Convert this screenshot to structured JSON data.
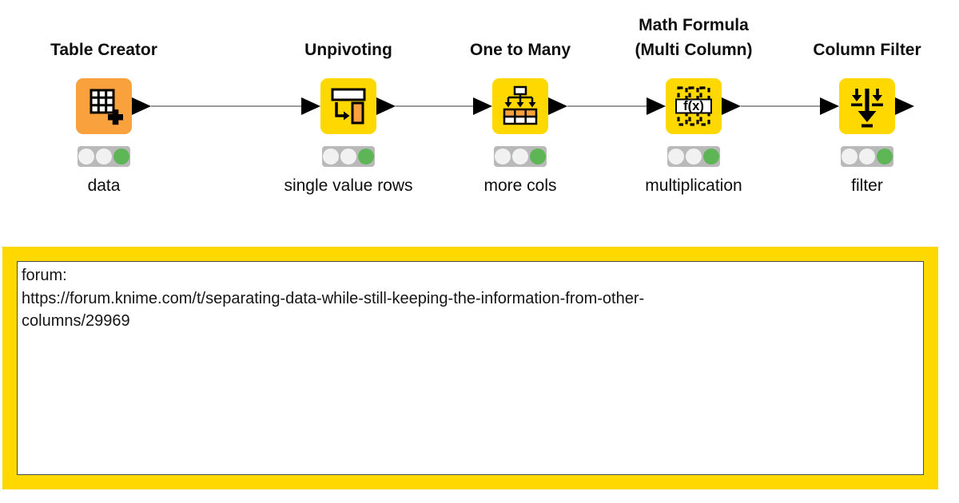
{
  "app": "KNIME workflow canvas",
  "workflow": {
    "nodes": [
      {
        "title": "Table Creator",
        "label": "data",
        "icon": "table-plus-icon",
        "color": "#f9a13d",
        "status": "executed",
        "has_input": false,
        "has_output": true
      },
      {
        "title": "Unpivoting",
        "label": "single value rows",
        "icon": "unpivot-icon",
        "color": "#ffd800",
        "status": "executed",
        "has_input": true,
        "has_output": true
      },
      {
        "title": "One to Many",
        "label": "more cols",
        "icon": "one-to-many-icon",
        "color": "#ffd800",
        "status": "executed",
        "has_input": true,
        "has_output": true
      },
      {
        "title": "Math Formula (Multi Column)",
        "label": "multiplication",
        "icon": "fx-columns-icon",
        "color": "#ffd800",
        "status": "executed",
        "has_input": true,
        "has_output": true
      },
      {
        "title": "Column Filter",
        "label": "filter",
        "icon": "column-filter-icon",
        "color": "#ffd800",
        "status": "executed",
        "has_input": true,
        "has_output": true
      }
    ],
    "connections": [
      {
        "from": "Table Creator",
        "to": "Unpivoting"
      },
      {
        "from": "Unpivoting",
        "to": "One to Many"
      },
      {
        "from": "One to Many",
        "to": "Math Formula (Multi Column)"
      },
      {
        "from": "Math Formula (Multi Column)",
        "to": "Column Filter"
      }
    ],
    "status_lights": {
      "red": false,
      "yellow": false,
      "green": true
    }
  },
  "annotation": {
    "lines": [
      "forum:",
      "https://forum.knime.com/t/separating-data-while-still-keeping-the-information-from-other-",
      "columns/29969"
    ]
  },
  "colors": {
    "node_yellow": "#ffd800",
    "node_orange": "#f9a13d",
    "port_black": "#000000",
    "connection_gray": "#9b9b9b",
    "traffic_light_background": "#b9b9b9",
    "traffic_light_off": "#f1f1f1",
    "traffic_light_green": "#5eb556",
    "annotation_frame_yellow": "#ffd800",
    "annotation_inner_border": "#4a4a4a"
  }
}
